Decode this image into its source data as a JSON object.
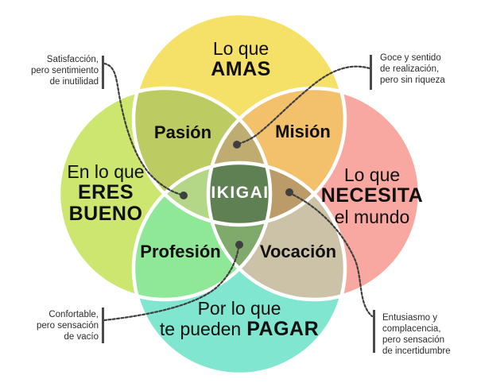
{
  "diagram": {
    "center_label": "IKIGAI",
    "circle_labels": {
      "top": {
        "line1": "Lo que",
        "line2": "AMAS"
      },
      "left": {
        "line1": "En lo que",
        "line2": "ERES",
        "line3": "BUENO"
      },
      "right": {
        "line1": "Lo que",
        "line2": "NECESITA",
        "line3": "el mundo"
      },
      "bottom": {
        "line1": "Por lo que",
        "line2_normal": "te pueden",
        "line2_bold": "PAGAR"
      }
    },
    "overlap_labels": {
      "passion": "Pasión",
      "mission": "Misión",
      "profession": "Profesión",
      "vocation": "Vocación"
    },
    "callouts": {
      "top_left": {
        "line1": "Satisfacción,",
        "line2": "pero sentimiento",
        "line3": "de inutilidad"
      },
      "top_right": {
        "line1": "Goce y sentido",
        "line2": "de realización,",
        "line3": "pero sin riqueza"
      },
      "bottom_left": {
        "line1": "Confortable,",
        "line2": "pero sensación",
        "line3": "de vacío"
      },
      "bottom_right": {
        "line1": "Entusiasmo y",
        "line2": "complacencia,",
        "line3": "pero sensación",
        "line4": "de incertidumbre"
      }
    },
    "colors": {
      "circle_top": "#F5E167",
      "circle_left": "#CDE66F",
      "circle_right": "#F8A8A0",
      "circle_bottom": "#80E6D0",
      "overlap_passion": "#BCCB62",
      "overlap_mission": "#F3C16C",
      "overlap_profession": "#8FE897",
      "overlap_vocation": "#CBC2A8",
      "petal_top": "#BFAC71",
      "petal_left": "#B3D786",
      "petal_right": "#BB9B68",
      "petal_bottom": "#7FAA6B",
      "center": "#5E8052",
      "connector": "#3F3F3F"
    }
  }
}
